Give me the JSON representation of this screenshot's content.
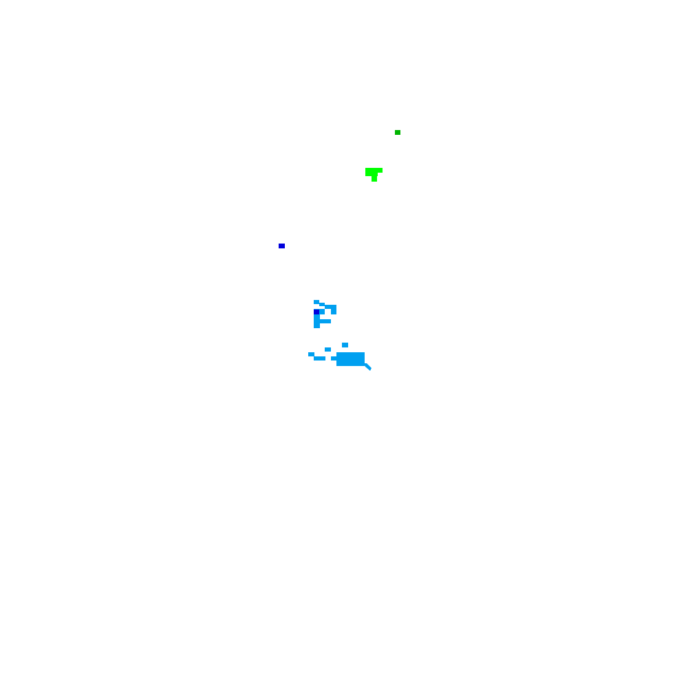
{
  "colors": {
    "background": "#ffffff",
    "dark_green": "#00b400",
    "bright_green": "#00ff00",
    "blue": "#0000dc",
    "sky_blue": "#00a0f0"
  },
  "shapes": [
    {
      "name": "dark-green-patch",
      "color": "dark_green"
    },
    {
      "name": "bright-green-patch",
      "color": "bright_green"
    },
    {
      "name": "blue-dot-upper",
      "color": "blue"
    },
    {
      "name": "sky-blue-patch-upper",
      "color": "sky_blue"
    },
    {
      "name": "blue-dot-lower",
      "color": "blue"
    },
    {
      "name": "sky-blue-patch-lower",
      "color": "sky_blue"
    }
  ]
}
